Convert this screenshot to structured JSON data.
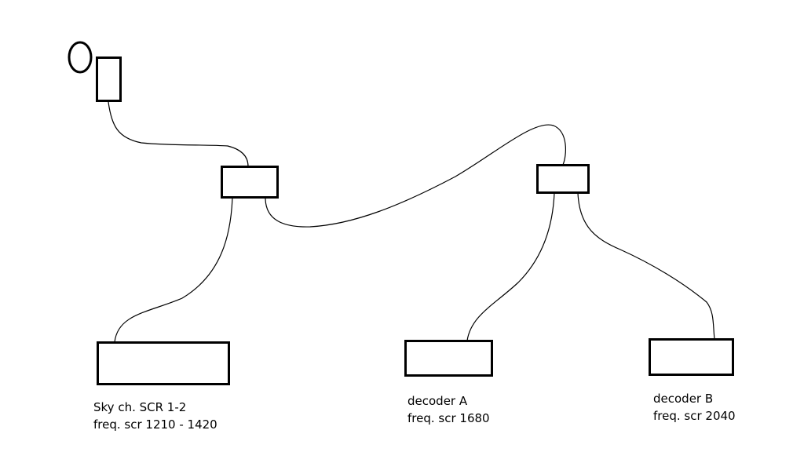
{
  "nodes": {
    "sky": {
      "line1": "Sky ch. SCR 1-2",
      "line2": "freq. scr 1210 - 1420"
    },
    "decoder_a": {
      "line1": "decoder A",
      "line2": "freq. scr 1680"
    },
    "decoder_b": {
      "line1": "decoder B",
      "line2": "freq. scr 2040"
    }
  }
}
